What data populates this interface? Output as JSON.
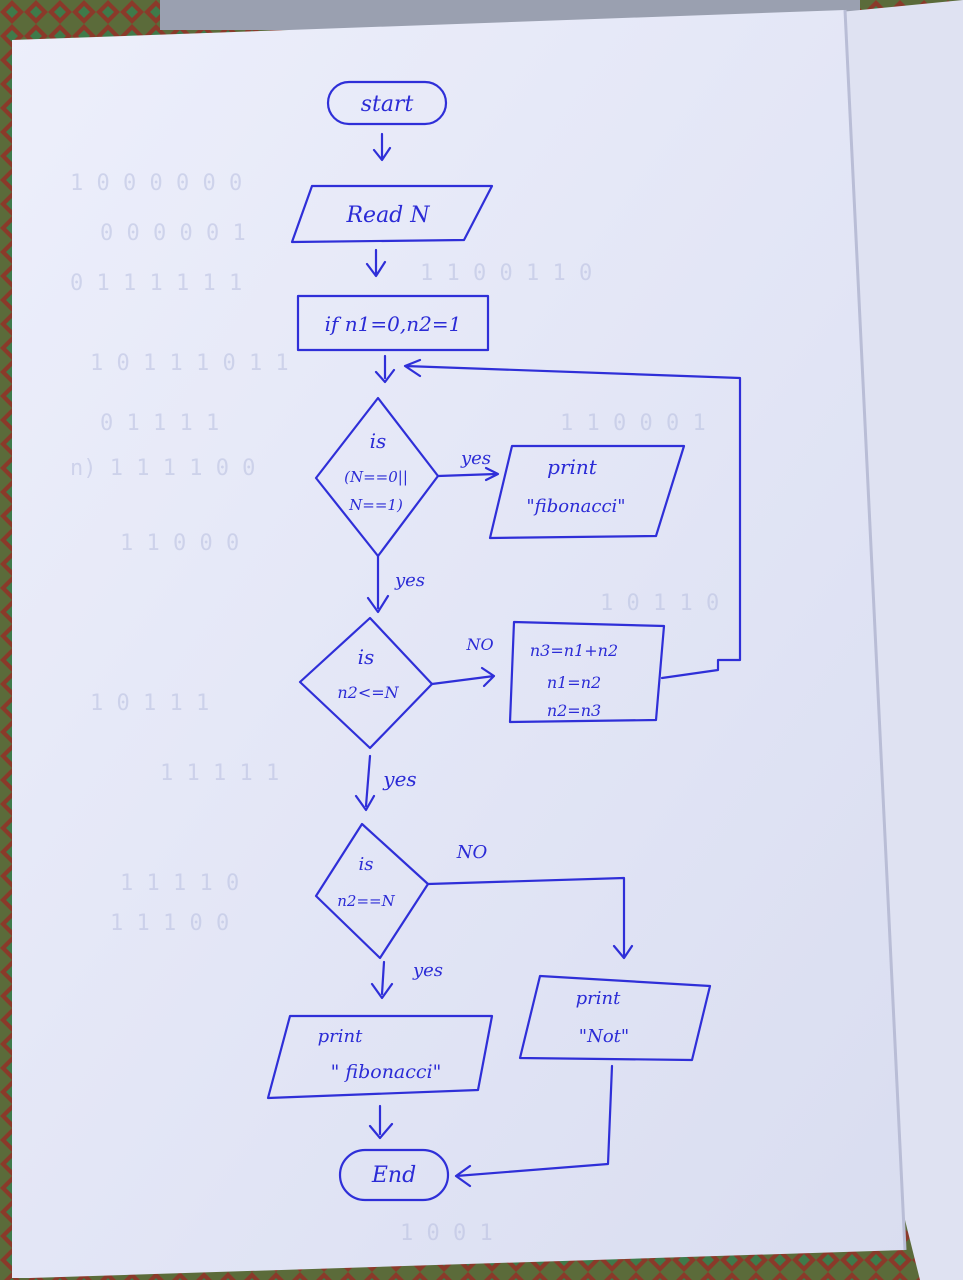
{
  "flowchart": {
    "start": "start",
    "read": "Read  N",
    "init": "if n1=0,n2=1",
    "decision1": {
      "line1": "is",
      "line2": "(N==0||",
      "line3": "N==1)"
    },
    "yes1": "yes",
    "print1": {
      "line1": "print",
      "line2": "\"fibonacci\""
    },
    "yes2": "yes",
    "decision2": {
      "line1": "is",
      "line2": "n2<=N"
    },
    "no2": "NO",
    "compute": {
      "line1": "n3=n1+n2",
      "line2": "n1=n2",
      "line3": "n2=n3"
    },
    "yes3": "yes",
    "decision3": {
      "line1": "is",
      "line2": "n2==N"
    },
    "no3": "NO",
    "yes4": "yes",
    "print2": {
      "line1": "print",
      "line2": "\" fibonacci\""
    },
    "print3": {
      "line1": "print",
      "line2": "\"Not\""
    },
    "end": "End"
  },
  "colors": {
    "ink": "#2f2fd8",
    "paper": "#e9ebf8",
    "background": "#4a3a2a"
  }
}
